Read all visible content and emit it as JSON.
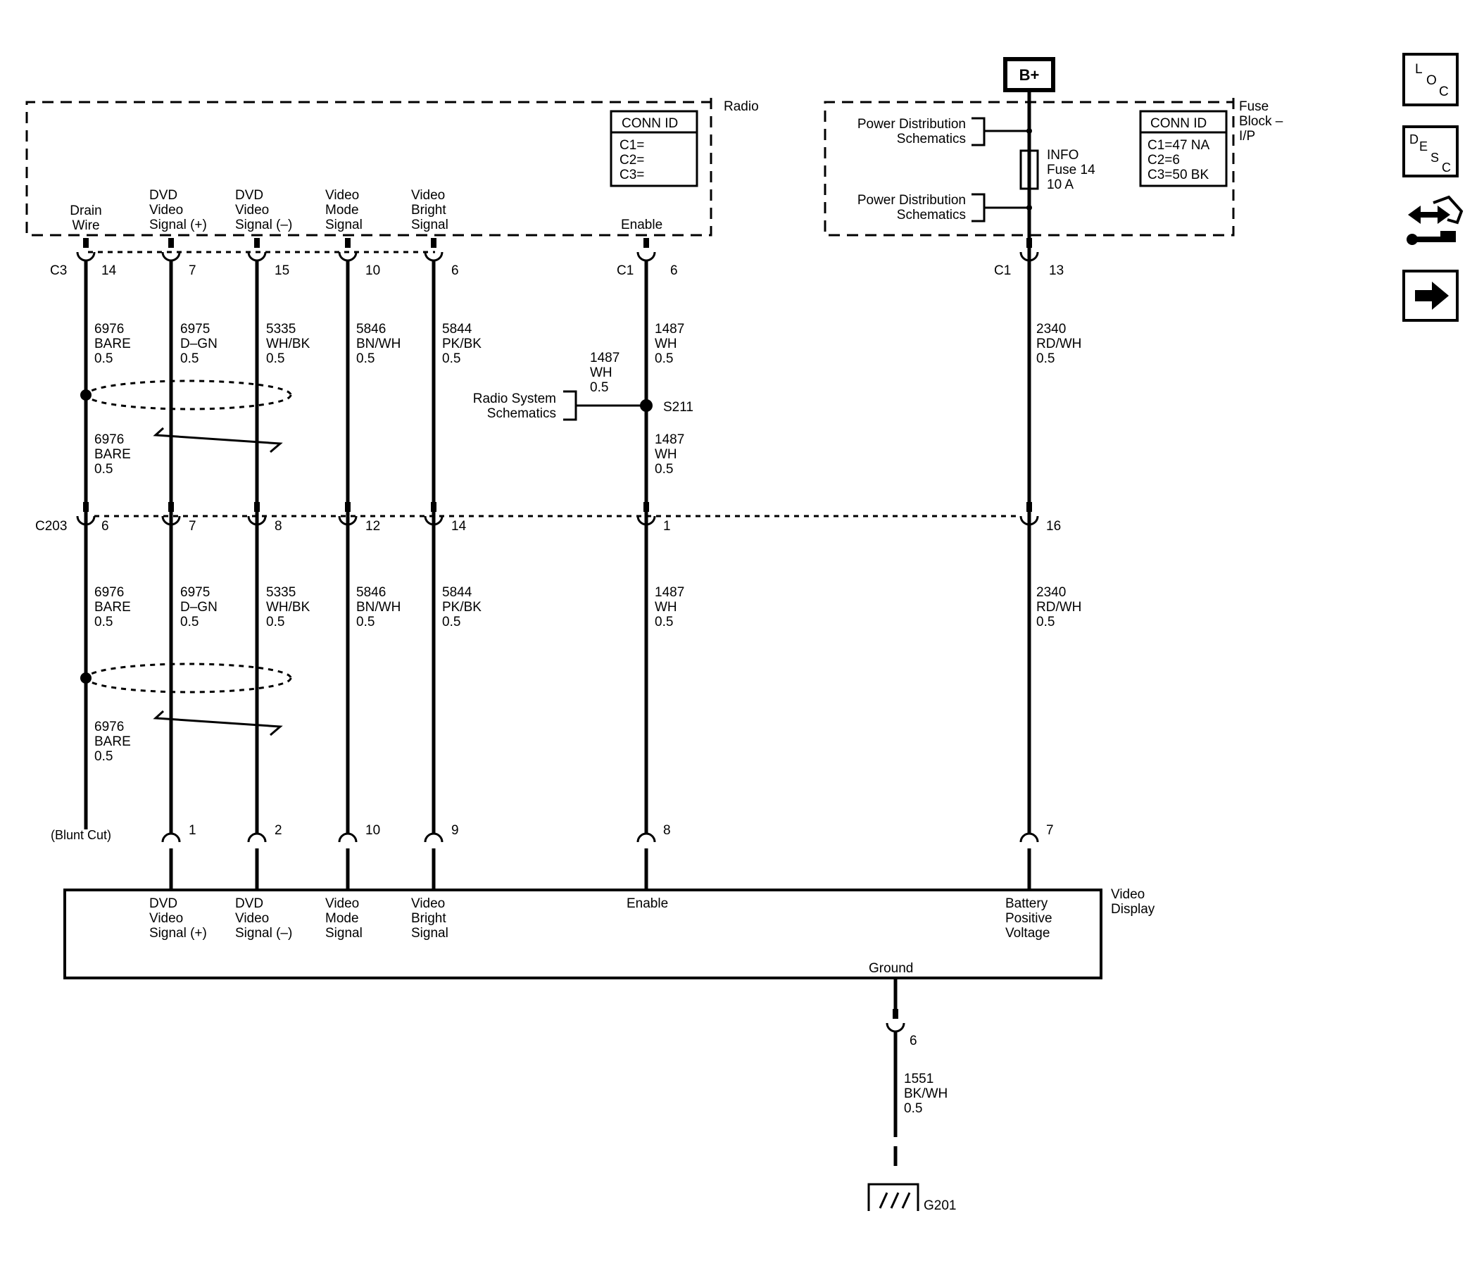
{
  "radio": {
    "title": "Radio",
    "conn_id_title": "CONN ID",
    "conn_id_lines": [
      "C1=",
      "C2=",
      "C3="
    ],
    "signal_labels": {
      "drain": [
        "Drain",
        "Wire"
      ],
      "dvd_pos": [
        "DVD",
        "Video",
        "Signal (+)"
      ],
      "dvd_neg": [
        "DVD",
        "Video",
        "Signal (–)"
      ],
      "mode": [
        "Video",
        "Mode",
        "Signal"
      ],
      "bright": [
        "Video",
        "Bright",
        "Signal"
      ],
      "enable": [
        "Enable"
      ]
    },
    "c3_label": "C3",
    "c1_label": "C1",
    "pins": {
      "drain": "14",
      "dvd_pos": "7",
      "dvd_neg": "15",
      "mode": "10",
      "bright": "6",
      "enable": "6"
    }
  },
  "fuse_block": {
    "title": [
      "Fuse",
      "Block –",
      "I/P"
    ],
    "b_plus": "B+",
    "conn_id_title": "CONN ID",
    "conn_id_lines": [
      "C1=47 NA",
      "C2=6",
      "C3=50 BK"
    ],
    "power_dist_1": [
      "Power Distribution",
      "Schematics"
    ],
    "power_dist_2": [
      "Power Distribution",
      "Schematics"
    ],
    "fuse_label": [
      "INFO",
      "Fuse 14",
      "10 A"
    ],
    "c1_label": "C1",
    "pin": "13"
  },
  "wires_upper": {
    "drain": [
      "6976",
      "BARE",
      "0.5"
    ],
    "dvd_pos": [
      "6975",
      "D–GN",
      "0.5"
    ],
    "dvd_neg": [
      "5335",
      "WH/BK",
      "0.5"
    ],
    "mode": [
      "5846",
      "BN/WH",
      "0.5"
    ],
    "bright": [
      "5844",
      "PK/BK",
      "0.5"
    ],
    "enable_top": [
      "1487",
      "WH",
      "0.5"
    ],
    "branch": [
      "1487",
      "WH",
      "0.5"
    ],
    "enable_mid": [
      "1487",
      "WH",
      "0.5"
    ],
    "battery": [
      "2340",
      "RD/WH",
      "0.5"
    ],
    "drain_mid": [
      "6976",
      "BARE",
      "0.5"
    ]
  },
  "splice": {
    "label": "S211",
    "radio_system": [
      "Radio System",
      "Schematics"
    ]
  },
  "c203": {
    "label": "C203",
    "pins": {
      "drain": "6",
      "dvd_pos": "7",
      "dvd_neg": "8",
      "mode": "12",
      "bright": "14",
      "enable": "1",
      "battery": "16"
    }
  },
  "wires_lower": {
    "drain": [
      "6976",
      "BARE",
      "0.5"
    ],
    "dvd_pos": [
      "6975",
      "D–GN",
      "0.5"
    ],
    "dvd_neg": [
      "5335",
      "WH/BK",
      "0.5"
    ],
    "mode": [
      "5846",
      "BN/WH",
      "0.5"
    ],
    "bright": [
      "5844",
      "PK/BK",
      "0.5"
    ],
    "enable": [
      "1487",
      "WH",
      "0.5"
    ],
    "battery": [
      "2340",
      "RD/WH",
      "0.5"
    ],
    "drain_bottom": [
      "6976",
      "BARE",
      "0.5"
    ],
    "blunt_cut": "(Blunt Cut)"
  },
  "video_display": {
    "title": [
      "Video",
      "Display"
    ],
    "pins": {
      "dvd_pos": "1",
      "dvd_neg": "2",
      "mode": "10",
      "bright": "9",
      "enable": "8",
      "battery": "7",
      "ground": "6"
    },
    "labels": {
      "dvd_pos": [
        "DVD",
        "Video",
        "Signal (+)"
      ],
      "dvd_neg": [
        "DVD",
        "Video",
        "Signal (–)"
      ],
      "mode": [
        "Video",
        "Mode",
        "Signal"
      ],
      "bright": [
        "Video",
        "Bright",
        "Signal"
      ],
      "enable": [
        "Enable"
      ],
      "battery": [
        "Battery",
        "Positive",
        "Voltage"
      ],
      "ground": [
        "Ground"
      ]
    }
  },
  "ground": {
    "wire": [
      "1551",
      "BK/WH",
      "0.5"
    ],
    "label": "G201"
  },
  "nav": {
    "loc": [
      "L",
      "O",
      "C"
    ],
    "desc": [
      "D",
      "E",
      "S",
      "C"
    ]
  }
}
